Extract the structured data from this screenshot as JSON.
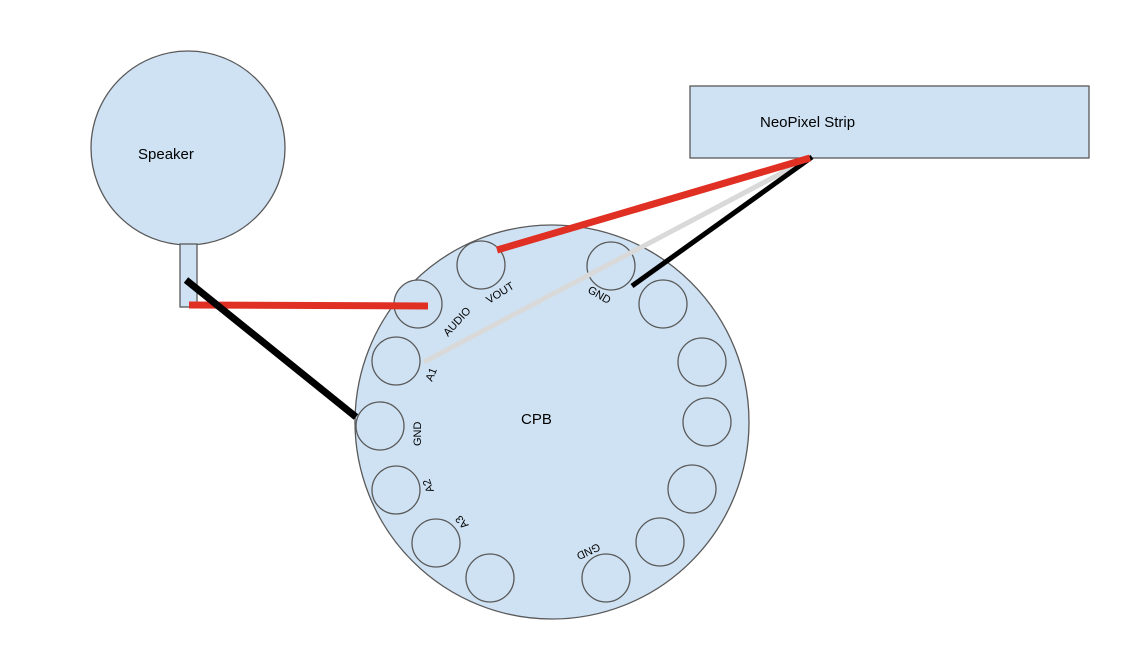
{
  "labels": {
    "speaker": "Speaker",
    "neopixel": "NeoPixel Strip",
    "board": "CPB"
  },
  "pins": {
    "audio": "AUDIO",
    "vout": "VOUT",
    "gnd_top": "GND",
    "a1": "A1",
    "gnd_left": "GND",
    "a2": "A2",
    "a3": "A3",
    "gnd_bottom": "GND"
  },
  "colors": {
    "fill": "#cfe2f3",
    "stroke": "#595959",
    "wire_power": "#e03024",
    "wire_ground": "#000000",
    "wire_data": "#d9d9d9"
  }
}
